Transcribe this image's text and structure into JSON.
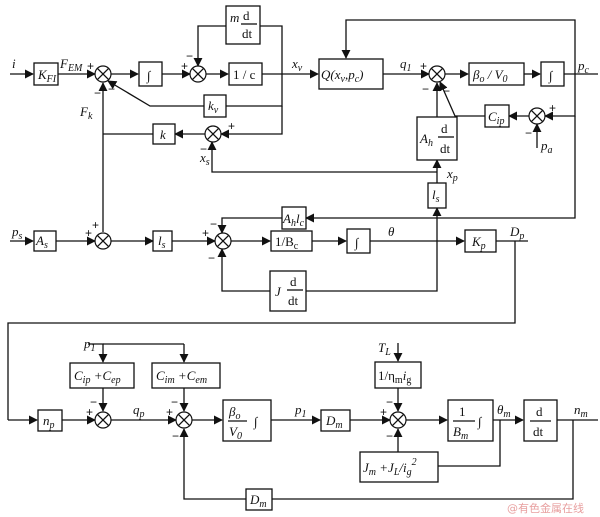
{
  "watermark": "@有色金属在线",
  "blocks": {
    "kfi": "K",
    "kfi_sub": "FI",
    "integ": "∫",
    "m": "m",
    "d": "d",
    "dt": "dt",
    "inv_c": "1 / c",
    "q": "Q",
    "q_args": "(x",
    "q_v": "v",
    "q_comma": ",p",
    "q_c": "c",
    "q_close": ")",
    "beta": "β",
    "beta_sub": "o",
    "slash_v": " / V",
    "v_sub": "0",
    "cip": "C",
    "cip_sub": "ip",
    "kv": "k",
    "kv_sub": "v",
    "k": "k",
    "ah": "A",
    "ah_sub": "h",
    "ls": "l",
    "ls_sub": "s",
    "as": "A",
    "as_sub": "s",
    "ahlc": "A",
    "ahlc_sub": "h",
    "ahlc_l": "l",
    "ahlc_lsub": "c",
    "inv_bc": "1/B",
    "inv_bc_sub": "c",
    "j": "J",
    "kp": "K",
    "kp_sub": "p",
    "cip_cep": "C",
    "cip_cep_s1": "ip",
    "cip_cep_plus": " +C",
    "cip_cep_s2": "ep",
    "cim_cem": "C",
    "cim_cem_s1": "im",
    "cim_cem_plus": " +C",
    "cim_cem_s2": "em",
    "np": "n",
    "np_sub": "p",
    "beta2": "β",
    "beta2_sub": "o",
    "v0": "V",
    "v0_sub": "0",
    "dm": "D",
    "dm_sub": "m",
    "eta": "1/η",
    "eta_sub": "m",
    "eta_i": "i",
    "eta_isub": "g",
    "one": "1",
    "bm": "B",
    "bm_sub": "m",
    "jm": "J",
    "jm_sub": "m",
    "jm_plus": " +J",
    "jm_L": "L",
    "jm_slash": "/i",
    "jm_g": "g",
    "jm_sq": "2"
  },
  "signals": {
    "i": "i",
    "fem": "F",
    "fem_sub": "EM",
    "fk": "F",
    "fk_sub": "k",
    "xv": "x",
    "xv_sub": "v",
    "q1": "q",
    "q1_sub": "1",
    "pc": "p",
    "pc_sub": "c",
    "pa": "p",
    "pa_sub": "a",
    "xs": "x",
    "xs_sub": "s",
    "xp": "x",
    "xp_sub": "p",
    "ps": "p",
    "ps_sub": "s",
    "theta": "θ",
    "dp": "D",
    "dp_sub": "p",
    "p1a": "p",
    "p1a_sub": "1",
    "qp": "q",
    "qp_sub": "p",
    "p1b": "p",
    "p1b_sub": "1",
    "tl": "T",
    "tl_sub": "L",
    "thetam": "θ",
    "thetam_sub": "m",
    "nm": "n",
    "nm_sub": "m"
  },
  "signs": {
    "plus": "+",
    "minus": "−"
  }
}
